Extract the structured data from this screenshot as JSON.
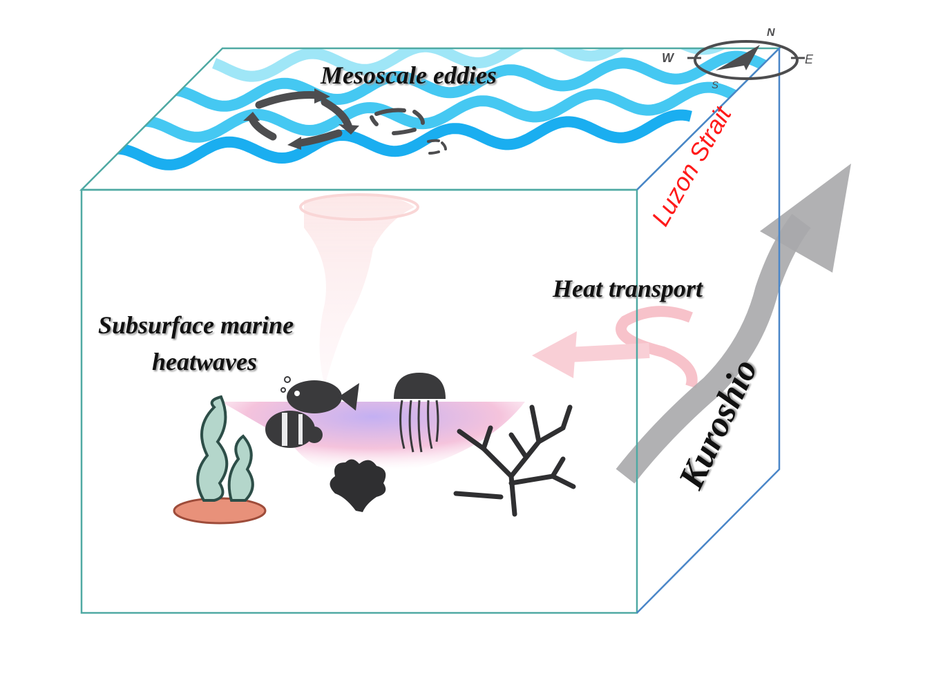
{
  "labels": {
    "mesoscale": "Mesoscale eddies",
    "luzon": "Luzon Strait",
    "heat": "Heat transport",
    "mhw_line1": "Subsurface marine",
    "mhw_line2": "heatwaves",
    "kuroshio": "Kuroshio"
  },
  "compass": {
    "n": "N",
    "s": "S",
    "e": "E",
    "w": "W"
  },
  "colors": {
    "box_edge": "#4fa9a3",
    "box_edge_right": "#4a86c8",
    "wave_light": "#9fe6f7",
    "wave_mid": "#45c8f2",
    "wave_dark": "#1aaef0",
    "eddy_arrow": "#4d4d4f",
    "kuroshio_arrow": "#a9a9ab",
    "luzon_text": "#ff1a1a",
    "heat_arrow": "#f6b3bd"
  }
}
